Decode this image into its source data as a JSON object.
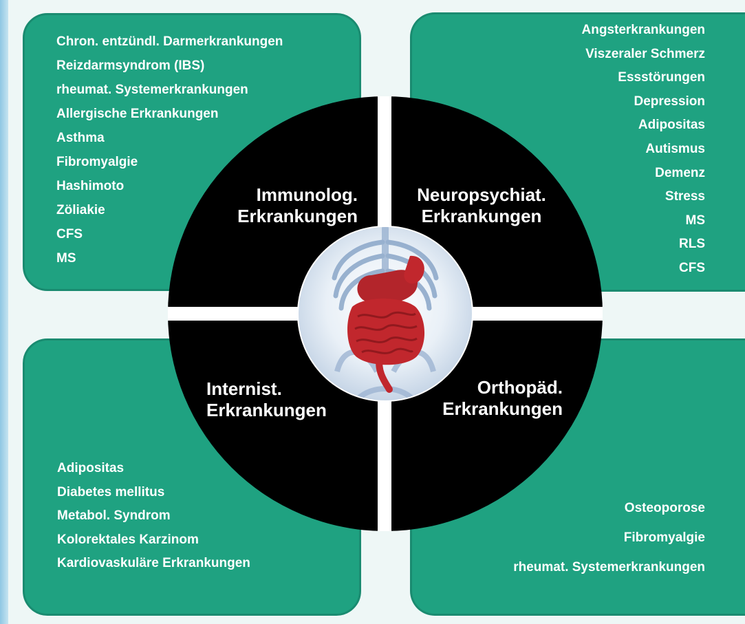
{
  "diagram": {
    "quadrants": [
      {
        "id": "top-left",
        "label_lines": [
          "Immunolog.",
          "Erkrankungen"
        ],
        "items": [
          "Chron. entzündl. Darmerkrankungen",
          "Reizdarmsyndrom (IBS)",
          "rheumat. Systemerkrankungen",
          "Allergische Erkrankungen",
          "Asthma",
          "Fibromyalgie",
          "Hashimoto",
          "Zöliakie",
          "CFS",
          "MS"
        ]
      },
      {
        "id": "top-right",
        "label_lines": [
          "Neuropsychiat.",
          "Erkrankungen"
        ],
        "items": [
          "Angsterkrankungen",
          "Viszeraler Schmerz",
          "Essstörungen",
          "Depression",
          "Adipositas",
          "Autismus",
          "Demenz",
          "Stress",
          "MS",
          "RLS",
          "CFS"
        ]
      },
      {
        "id": "bottom-left",
        "label_lines": [
          "Internist.",
          "Erkrankungen"
        ],
        "items": [
          "Adipositas",
          "Diabetes mellitus",
          "Metabol. Syndrom",
          "Kolorektales Karzinom",
          "Kardiovaskuläre Erkrankungen"
        ]
      },
      {
        "id": "bottom-right",
        "label_lines": [
          "Orthopäd.",
          "Erkrankungen"
        ],
        "items": [
          "Osteoporose",
          "Fibromyalgie",
          "rheumat. Systemerkrankungen"
        ]
      }
    ],
    "center_image": "human-torso-digestive-system",
    "colors": {
      "panel_green": "#1fa281",
      "wheel_black": "#000000",
      "text_white": "#ffffff",
      "organ_red": "#c1272d"
    }
  }
}
